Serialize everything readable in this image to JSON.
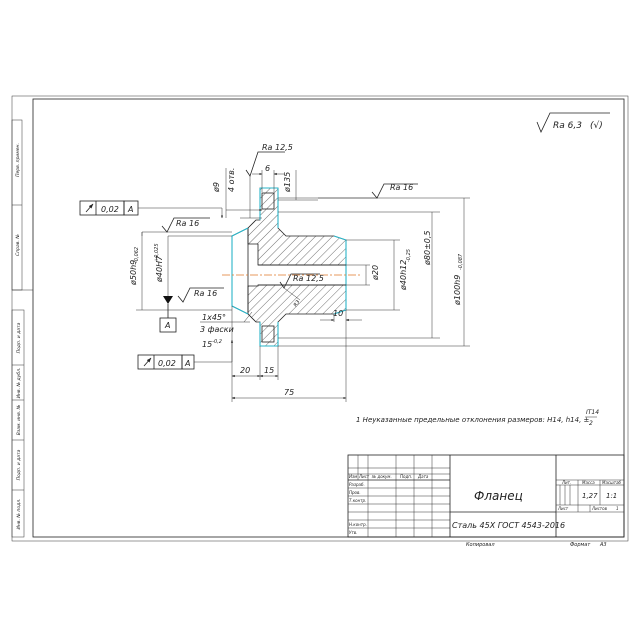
{
  "roughness_general": "Ra 6,3",
  "roughness_general_suffix": "(√)",
  "roughness": {
    "top": "Ra 12,5",
    "right": "Ra 16",
    "left": "Ra 16",
    "base": "Ra 16",
    "bore": "Ra 12,5"
  },
  "tolerance_frames": {
    "top": {
      "value": "0,02",
      "datum": "A"
    },
    "bottom": {
      "value": "0,02",
      "datum": "A"
    }
  },
  "datum_label": "A",
  "dimensions": {
    "hole_dia": "ø9",
    "holes_count": "4 отв.",
    "slot_width": "6",
    "pcd": "ø135",
    "bore_d20": "ø20",
    "d40": "ø40h12",
    "d40_sub": "-0,25",
    "d80": "ø80±0,5",
    "d100": "ø100h9",
    "d100_sub": "-0,087",
    "d50": "ø50h9",
    "d50_sub": "-0,062",
    "d40H7": "ø40H7",
    "d40H7_sup": "+0,025",
    "len10": "10",
    "len20": "20",
    "len15": "15",
    "len75": "75",
    "r3": "R3"
  },
  "chamfer": {
    "size": "1х45°",
    "count": "3 фаски",
    "tolerance_base": "15",
    "tolerance_sup": "-0,2"
  },
  "note": {
    "text": "1 Неуказанные предельные отклонения размеров: H14, h14, ±",
    "frac_num": "IT14",
    "frac_den": "2"
  },
  "left_strip": [
    "Перв. примен.",
    "Справ. №",
    "Подп. и дата",
    "Инв. № дубл.",
    "Взам. инв. №",
    "Подп. и дата",
    "Инв. № подл."
  ],
  "title_block": {
    "name": "Фланец",
    "material": "Сталь 45Х  ГОСТ 4543-2016",
    "headers": [
      "Изм",
      "Лист",
      "№ докум.",
      "Подп.",
      "Дата"
    ],
    "roles": [
      "Разраб.",
      "Пров.",
      "Т.контр.",
      "",
      "Н.контр.",
      "Утв."
    ],
    "lit_label": "Лит.",
    "mass_label": "Масса",
    "scale_label": "Масштаб",
    "mass": "1,27",
    "scale": "1:1",
    "sheet_label": "Лист",
    "sheets_label": "Листов",
    "sheets_value": "1",
    "copied": "Копировал",
    "format_label": "Формат",
    "format_value": "А3"
  },
  "colors": {
    "contour": "#222222",
    "highlight": "#2ab4c8",
    "axis": "#e07a2a"
  }
}
